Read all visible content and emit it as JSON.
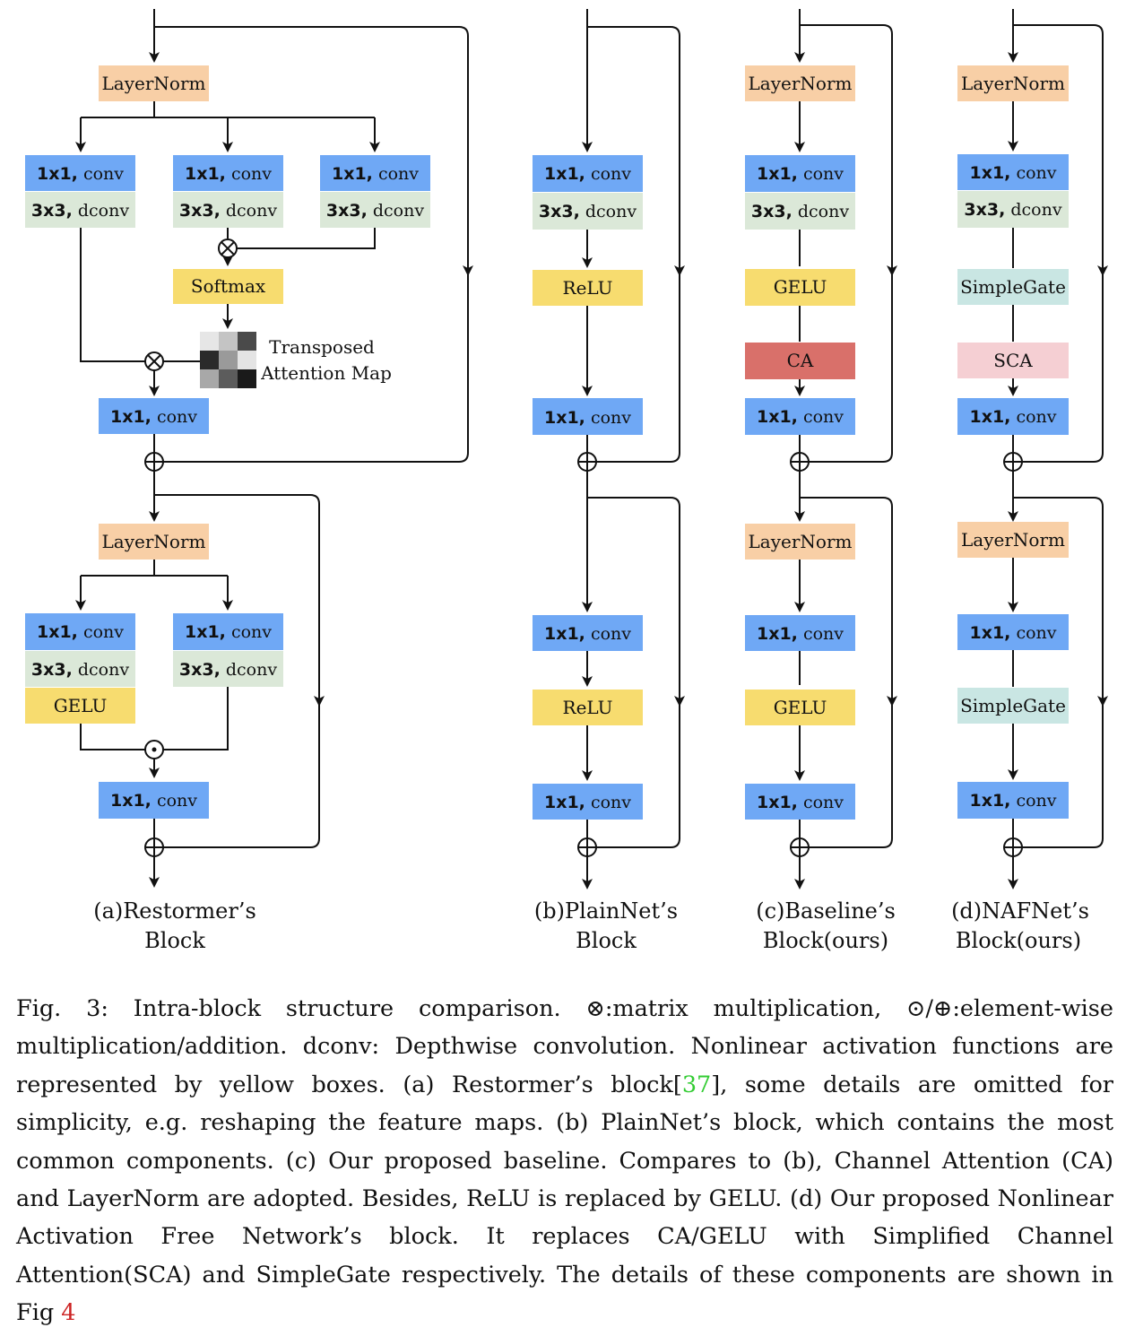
{
  "colors": {
    "layernorm": "#f8cfa6",
    "conv1x1": "#6fa8f5",
    "dconv": "#dbe8d8",
    "activation": "#f7dc6f",
    "ca": "#d9706a",
    "sca": "#f5cfd3",
    "simplegate": "#c9e6e3",
    "line": "#111111"
  },
  "blocks": {
    "a": {
      "layernorm1": "LayerNorm",
      "branches": [
        {
          "conv_bold": "1x1,",
          "conv_text": " conv",
          "dconv_bold": "3x3,",
          "dconv_text": " dconv"
        },
        {
          "conv_bold": "1x1,",
          "conv_text": " conv",
          "dconv_bold": "3x3,",
          "dconv_text": " dconv"
        },
        {
          "conv_bold": "1x1,",
          "conv_text": " conv",
          "dconv_bold": "3x3,",
          "dconv_text": " dconv"
        }
      ],
      "softmax": "Softmax",
      "attn_line1": "Transposed",
      "attn_line2": "Attention Map",
      "proj_bold": "1x1,",
      "proj_text": " conv",
      "layernorm2": "LayerNorm",
      "ffn_branches": [
        {
          "conv_bold": "1x1,",
          "conv_text": " conv",
          "dconv_bold": "3x3,",
          "dconv_text": " dconv",
          "act": "GELU"
        },
        {
          "conv_bold": "1x1,",
          "conv_text": " conv",
          "dconv_bold": "3x3,",
          "dconv_text": " dconv"
        }
      ],
      "ffn_out_bold": "1x1,",
      "ffn_out_text": " conv",
      "label_line1": "(a)Restormer’s",
      "label_line2": "Block"
    },
    "b": {
      "conv_bold": "1x1,",
      "conv_text": " conv",
      "dconv_bold": "3x3,",
      "dconv_text": " dconv",
      "act1": "ReLU",
      "conv2_bold": "1x1,",
      "conv2_text": " conv",
      "conv3_bold": "1x1,",
      "conv3_text": " conv",
      "act2": "ReLU",
      "conv4_bold": "1x1,",
      "conv4_text": " conv",
      "label_line1": "(b)PlainNet’s",
      "label_line2": "Block"
    },
    "c": {
      "layernorm1": "LayerNorm",
      "conv_bold": "1x1,",
      "conv_text": " conv",
      "dconv_bold": "3x3,",
      "dconv_text": " dconv",
      "act1": "GELU",
      "attention": "CA",
      "conv2_bold": "1x1,",
      "conv2_text": " conv",
      "layernorm2": "LayerNorm",
      "conv3_bold": "1x1,",
      "conv3_text": " conv",
      "act2": "GELU",
      "conv4_bold": "1x1,",
      "conv4_text": " conv",
      "label_line1": "(c)Baseline’s",
      "label_line2": "Block(ours)"
    },
    "d": {
      "layernorm1": "LayerNorm",
      "conv_bold": "1x1,",
      "conv_text": " conv",
      "dconv_bold": "3x3,",
      "dconv_text": " dconv",
      "act1": "SimpleGate",
      "attention": "SCA",
      "conv2_bold": "1x1,",
      "conv2_text": " conv",
      "layernorm2": "LayerNorm",
      "conv3_bold": "1x1,",
      "conv3_text": " conv",
      "act2": "SimpleGate",
      "conv4_bold": "1x1,",
      "conv4_text": " conv",
      "label_line1": "(d)NAFNet’s",
      "label_line2": "Block(ours)"
    }
  },
  "caption": {
    "part1": "Fig. 3: Intra-block structure comparison. ⊗:matrix multiplication, ⊙/⊕:element-wise multiplication/addition. dconv: Depthwise convolution. Nonlinear activation functions are represented by yellow boxes. (a) Restormer’s block[",
    "ref1": "37",
    "part2": "], some details are omitted for simplicity, e.g. reshaping the feature maps. (b) PlainNet’s block, which contains the most common components. (c) Our proposed baseline. Compares to (b), Channel Attention (CA) and LayerNorm are adopted. Besides, ReLU is replaced by GELU. (d) Our proposed Nonlinear Activation Free Network’s block. It replaces CA/GELU with Simplified Channel Attention(SCA) and SimpleGate respectively. The details of these components are shown in Fig ",
    "ref2": "4"
  }
}
